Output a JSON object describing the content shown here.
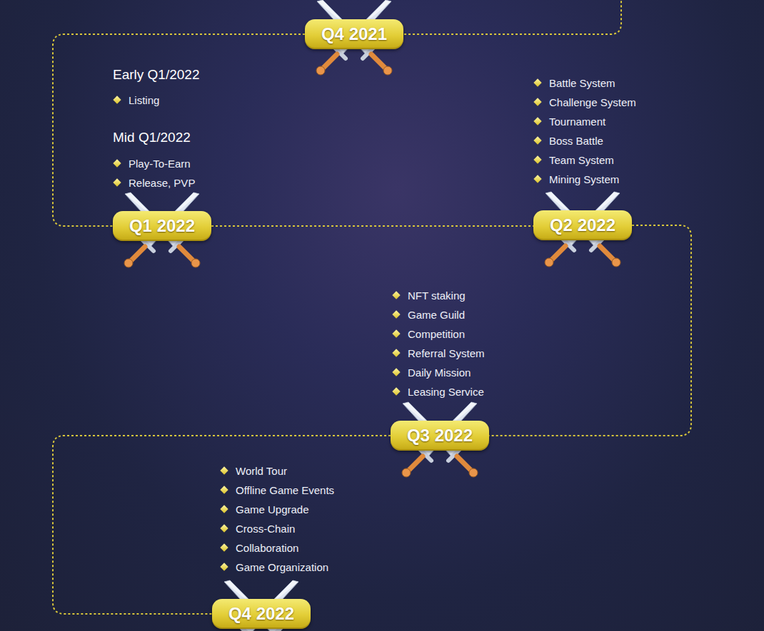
{
  "diagram": {
    "nodes": [
      {
        "text": [
          "Q4 2021"
        ]
      },
      {
        "text": [
          "Q1 2022"
        ]
      },
      {
        "text": [
          "Q2 2022"
        ]
      },
      {
        "text": [
          "Q3 2022"
        ]
      },
      {
        "text": [
          "Q4 2022"
        ]
      }
    ],
    "edges": [
      {
        "from": 0,
        "to": 1,
        "arrow": "none"
      },
      {
        "from": 1,
        "to": 2,
        "arrow": "none"
      },
      {
        "from": 2,
        "to": 3,
        "arrow": "none"
      },
      {
        "from": 3,
        "to": 4,
        "arrow": "none"
      }
    ],
    "labels": [
      "Early Q1/2022",
      "Listing",
      "Mid Q1/2022",
      "Play-To-Earn",
      "Release, PVP",
      "Battle System",
      "Challenge System",
      "Tournament",
      "Boss Battle",
      "Team System",
      "Mining System",
      "NFT staking",
      "Game Guild",
      "Competition",
      "Referral System",
      "Daily Mission",
      "Leasing Service",
      "World Tour",
      "Offline Game Events",
      "Game Upgrade",
      "Cross-Chain",
      "Collaboration",
      "Game Organization"
    ]
  }
}
